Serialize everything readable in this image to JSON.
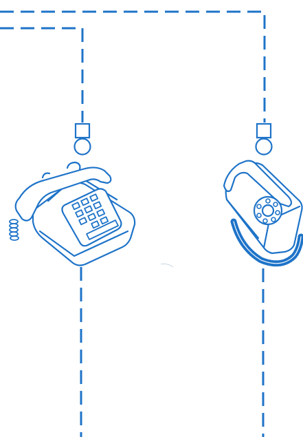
{
  "diagram": {
    "colors": {
      "line": "#1e73c8",
      "fill": "#ffffff",
      "background": "#ffffff"
    },
    "elements": [
      {
        "name": "dashed-wiring",
        "kind": "dashed line"
      },
      {
        "name": "telephone-socket",
        "kind": "wall socket symbol",
        "count": 2
      },
      {
        "name": "push-button-telephone-icon",
        "kind": "telephone"
      },
      {
        "name": "rotary-dial-telephone-icon",
        "kind": "telephone"
      }
    ]
  }
}
